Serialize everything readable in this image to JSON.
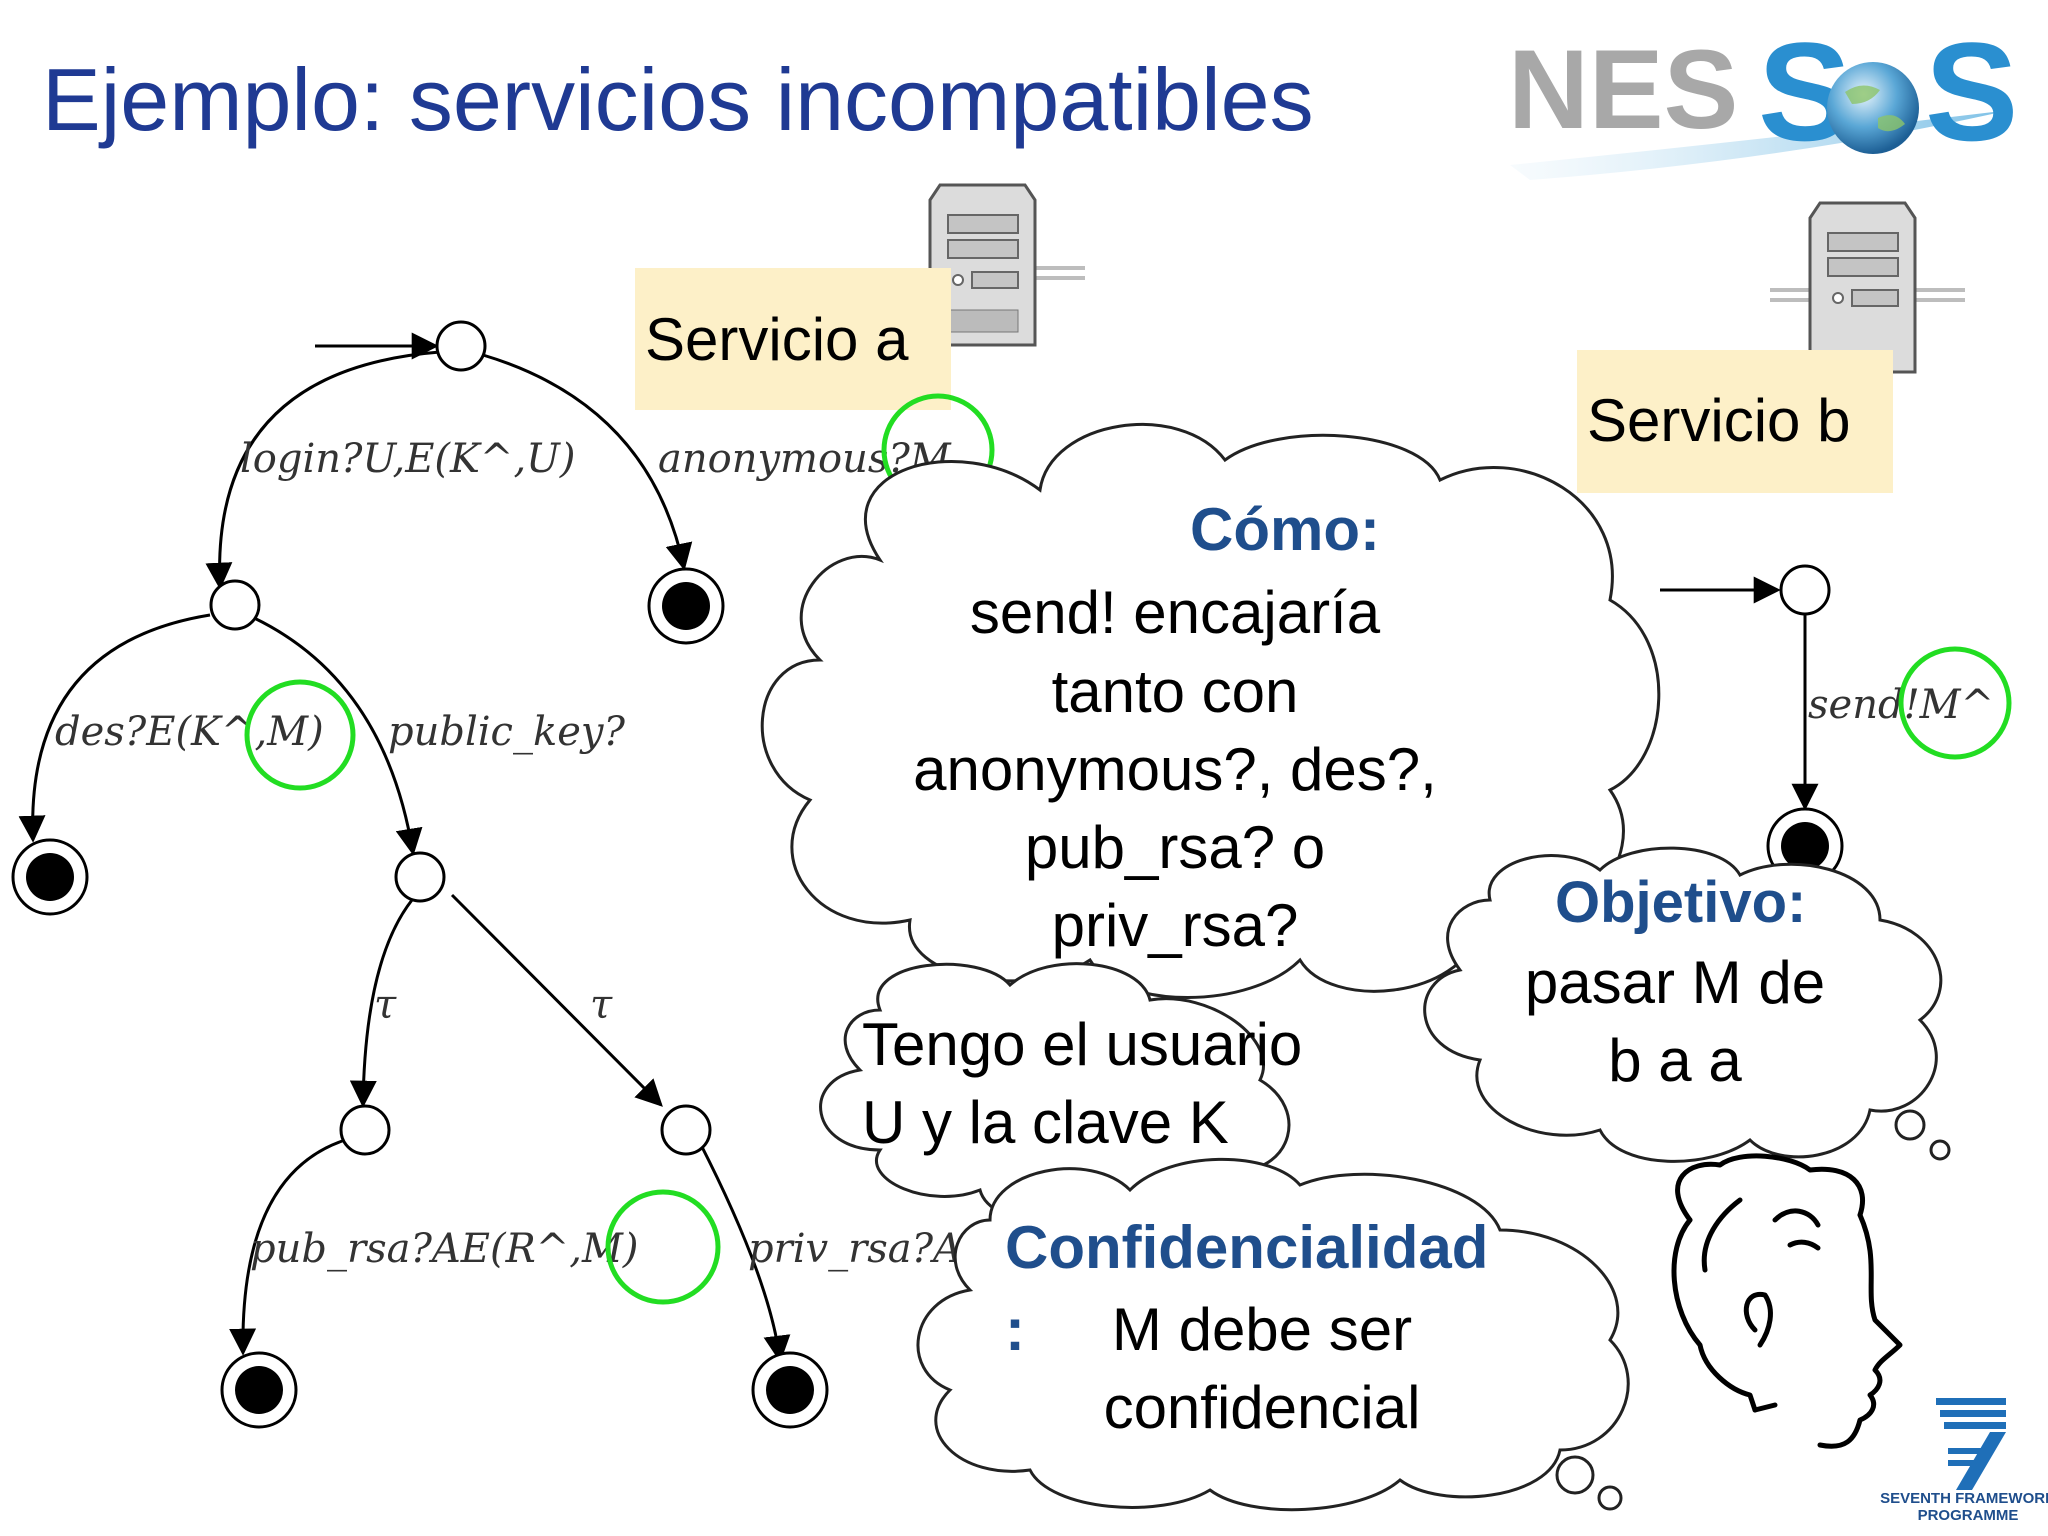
{
  "title": "Ejemplo: servicios incompatibles",
  "logo": {
    "text_left": "NES",
    "text_right": "S",
    "letter_o": "o"
  },
  "service_a": {
    "label": "Servicio a"
  },
  "service_b": {
    "label": "Servicio b"
  },
  "tree_a": {
    "edges": {
      "login": "login?U,E(K^,U)",
      "anonymous": "anonymous?M",
      "des": "des?E(K^,M)",
      "public_key": "public_key?",
      "tau_left": "τ",
      "tau_right": "τ",
      "pub_rsa": "pub_rsa?AE(R^,M)",
      "priv_rsa": "priv_rsa?A"
    }
  },
  "tree_b": {
    "edges": {
      "send": "send!M^"
    }
  },
  "thoughts": {
    "como": {
      "heading": "Cómo:",
      "lines": [
        "send! encajaría",
        "tanto con",
        "anonymous?, des?,",
        "pub_rsa? o",
        "priv_rsa?"
      ]
    },
    "tengo": {
      "lines": [
        "Tengo el usuario",
        "U y la clave K"
      ]
    },
    "objetivo": {
      "heading": "Objetivo:",
      "lines": [
        "pasar M de",
        "b a a"
      ]
    },
    "confidencialidad": {
      "heading": "Confidencialidad",
      "colon": ":",
      "lines": [
        "M debe ser",
        "confidencial"
      ]
    }
  },
  "footer_logo": {
    "line1": "SEVENTH FRAMEWORK",
    "line2": "PROGRAMME",
    "numeral": "7"
  },
  "colors": {
    "title": "#1f3a93",
    "heading": "#1f4e8c",
    "label_bg": "#fdf0c8",
    "highlight": "#22dd22"
  }
}
